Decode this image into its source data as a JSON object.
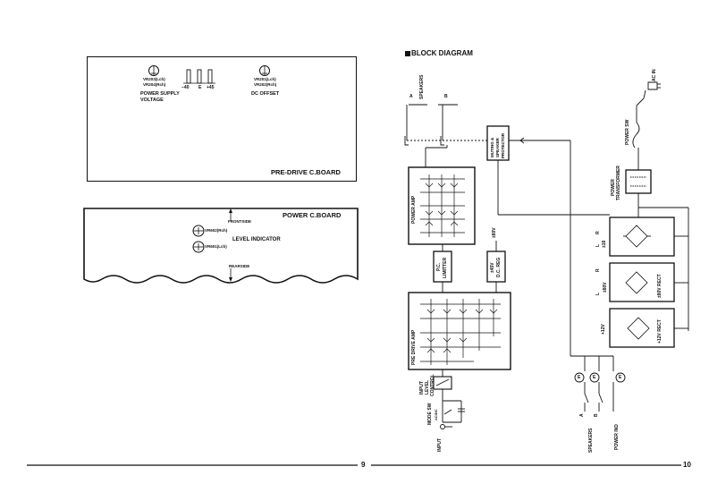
{
  "predrive_board": {
    "title": "PRE-DRIVE C.BOARD",
    "vr_left_1": "VR203(Lch)",
    "vr_left_2": "VR204(Rch)",
    "power_supply_1": "POWER SUPPLY",
    "power_supply_2": "VOLTAGE",
    "scale_a": "−40",
    "scale_b": "E",
    "scale_c": "+45",
    "vr_right_1": "VR201(Lch)",
    "vr_right_2": "VR202(Rch)",
    "dc_offset": "DC  OFFSET"
  },
  "power_board": {
    "title": "POWER C.BOARD",
    "frontside": "FRONTSIDE",
    "vr_1": "VR602(Rch)",
    "vr_2": "VR601(Lch)",
    "level_indicator": "LEVEL INDICATOR",
    "rearside": "REARSIDE"
  },
  "block_diagram": {
    "title": "BLOCK DIAGRAM",
    "speakers_top": "SPEAKERS",
    "a": "A",
    "b": "B",
    "muting": "MUTING &",
    "speaker_word": "SPEAKER",
    "protector": "PROTECTOR",
    "power_amp": "POWER AMP",
    "pc_limiter_1": "P.C.",
    "pc_limiter_2": "LIMITTER",
    "pm80v": "±80V",
    "pm45v_1": "±45V",
    "pm45v_2": "D.C. REG",
    "pre_drive_amp": "PRE DRIVE AMP",
    "input_level_1": "INPUT",
    "input_level_2": "LEVEL",
    "input_level_3": "CONTROL",
    "mode_sw": "MODE SW",
    "ac_dc": "AC/DC",
    "input": "INPUT",
    "ac_in": "AC IN",
    "power_sw": "POWER SW",
    "power_transformer_1": "POWER",
    "power_transformer_2": "TRANSFORMER",
    "l": "L",
    "r": "R",
    "pm18": "±18",
    "pm80v_side": "±80V",
    "pm80v_rect": "±80V RECT",
    "p12v": "+12V",
    "p12v_rect": "+12V RECT",
    "speakers_bottom": "SPEAKERS",
    "power_ind": "POWER IND",
    "e": "E"
  },
  "page_left": "9",
  "page_right": "10"
}
